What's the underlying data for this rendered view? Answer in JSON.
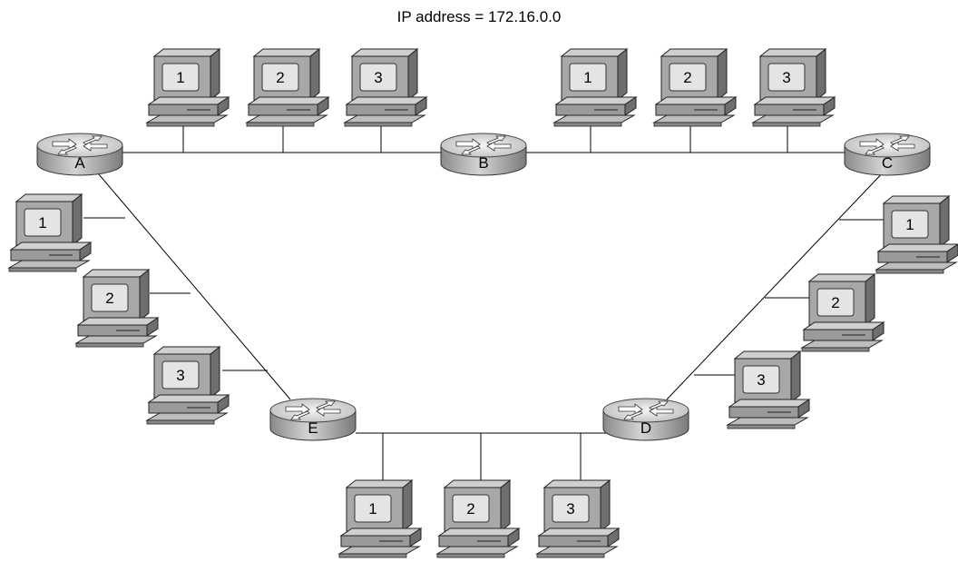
{
  "title": "IP address = 172.16.0.0",
  "routers": {
    "A": {
      "label": "A"
    },
    "B": {
      "label": "B"
    },
    "C": {
      "label": "C"
    },
    "D": {
      "label": "D"
    },
    "E": {
      "label": "E"
    }
  },
  "hosts": {
    "ab": [
      "1",
      "2",
      "3"
    ],
    "bc": [
      "1",
      "2",
      "3"
    ],
    "ae": [
      "1",
      "2",
      "3"
    ],
    "cd": [
      "1",
      "2",
      "3"
    ],
    "ed": [
      "1",
      "2",
      "3"
    ]
  },
  "links": [
    {
      "from": "A",
      "to": "B"
    },
    {
      "from": "B",
      "to": "C"
    },
    {
      "from": "A",
      "to": "E"
    },
    {
      "from": "C",
      "to": "D"
    },
    {
      "from": "E",
      "to": "D"
    }
  ],
  "colors": {
    "router_fill": "#b8b8b8",
    "router_top": "#e6e6e6",
    "monitor_body": "#a8a8a8",
    "screen": "#e4e4e4",
    "line": "#000000"
  },
  "icons": {
    "router": "router-icon",
    "host": "workstation-icon"
  }
}
